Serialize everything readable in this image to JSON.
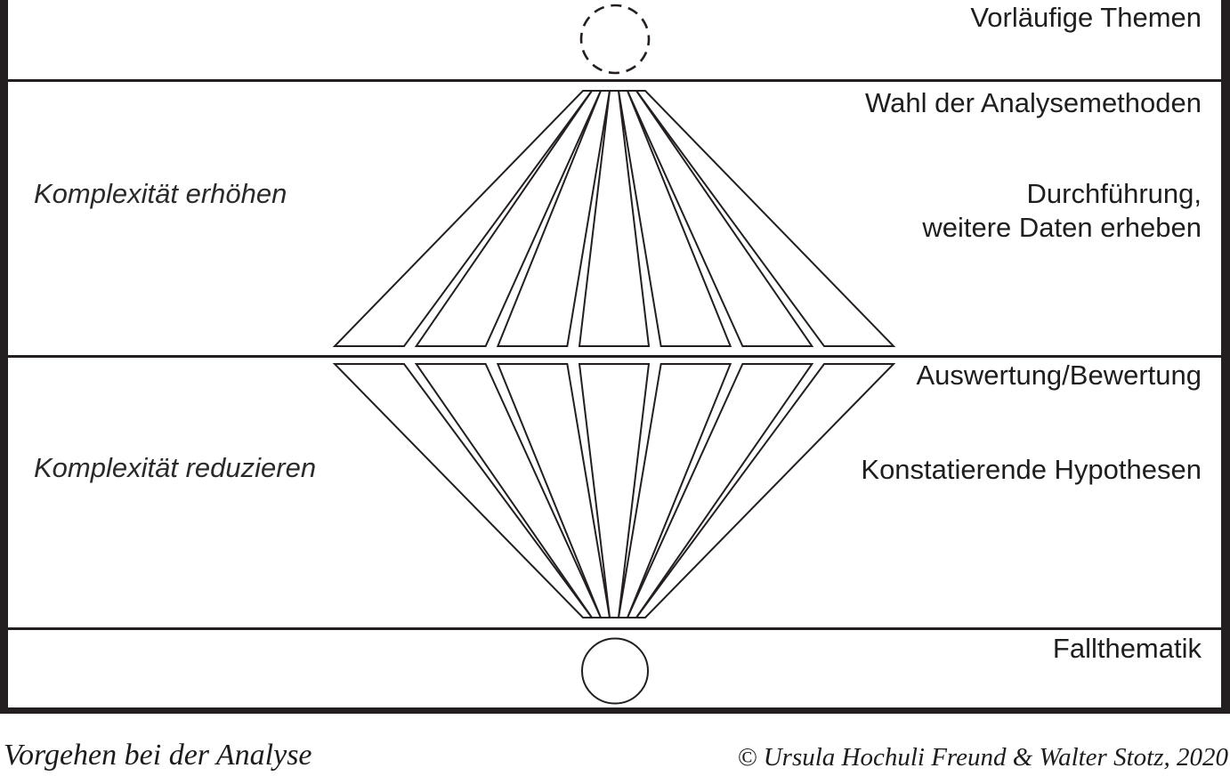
{
  "labels": {
    "preliminary_themes": "Vorläufige Themen",
    "method_choice": "Wahl der Analysemethoden",
    "execution_line1": "Durchführung,",
    "execution_line2": "weitere Daten erheben",
    "evaluation": "Auswertung/Bewertung",
    "hypotheses": "Konstatierende Hypothesen",
    "case_theme": "Fallthematik",
    "increase_complexity": "Komplexität erhöhen",
    "reduce_complexity": "Komplexität reduzieren"
  },
  "caption": {
    "title": "Vorgehen bei der Analyse",
    "credit": "© Ursula Hochuli Freund & Walter Stotz, 2020"
  },
  "colors": {
    "ink": "#231f20",
    "background": "#ffffff"
  },
  "shapes": {
    "fan_segments": 7,
    "dashed_circle": "preliminary-themes-marker",
    "solid_circle": "case-theme-marker"
  }
}
